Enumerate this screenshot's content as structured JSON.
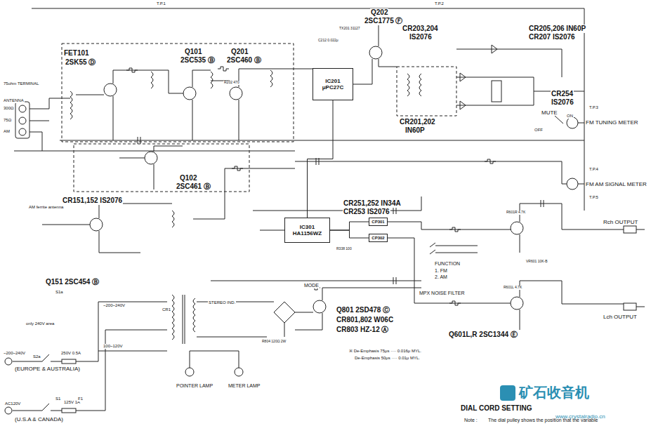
{
  "diagram": {
    "nodes": [
      {
        "text": [
          "IC201",
          "μPC27C"
        ]
      },
      {
        "text": [
          "IC301",
          "HA1156WZ"
        ]
      },
      {
        "text": [
          "CP301"
        ]
      },
      {
        "text": [
          "CP302"
        ]
      }
    ],
    "edges": [
      {
        "from": 0,
        "to": 1,
        "arrow": "none"
      },
      {
        "from": 1,
        "to": 2,
        "arrow": "none"
      },
      {
        "from": 1,
        "to": 3,
        "arrow": "none"
      }
    ],
    "labels": [
      "T.P.1",
      "T.P.2",
      "Q202",
      "2SC1775 Ⓕ",
      "CR203,204",
      "IS2076",
      "CR205,206 IN60P",
      "CR207 IS2076",
      "FET101",
      "2SK55 Ⓓ",
      "Q101",
      "2SC535 Ⓑ",
      "Q201",
      "2SC460 Ⓑ",
      "75ohm TERMINAL",
      "ANTENNA",
      "300Ω",
      "75Ω",
      "AM",
      "CR254",
      "IS2076",
      "MUTE",
      "FM TUNING METER",
      "CR201,202",
      "IN60P",
      "FM AM SIGNAL METER",
      "Q102",
      "2SC461 Ⓑ",
      "CR151,152 IS2076",
      "AM ferrite antenna",
      "CR251,252 IN34A",
      "CR253 IS2076",
      "Rch OUTPUT",
      "FUNCTION",
      "1. FM",
      "2. AM",
      "Q151 2SC454 Ⓑ",
      "MODE",
      "MPX NOISE FILTER",
      "STEREO IND.",
      "Lch OUTPUT",
      "Q801 2SD478 Ⓒ",
      "CR801,802 W06C",
      "CR803 HZ-12 Ⓐ",
      "Q601L,R 2SC1344 Ⓔ",
      "※ De-Emphasis 75μs ···· 0.016μ MYL.",
      "De-Emphasis 50μs ···· 0.01μ MYL.",
      "only 240V area",
      "~200~240V",
      "100~120V",
      "~200~240V",
      "(EUROPE & AUSTRALIA)",
      "250V 0.5A",
      "AC120V",
      "(U.S.A & CANADA)",
      "125V 1A",
      "POINTER LAMP",
      "METER LAMP",
      "DIAL CORD SETTING",
      "Note :",
      "The dial pulley shows the position that the variable",
      "矿石收音机",
      "www.crystalradio.cn",
      "T.P.3",
      "T.P.4",
      "T.P.5",
      "R202 470",
      "C212 0.022μ",
      "TX201 31127",
      "R338 100",
      "R601R 4.7K",
      "R601L 4.7K",
      "VR601 10K-B",
      "S1a",
      "S2a",
      "S1",
      "F1",
      "CR1",
      "R804 120Ω 2W",
      "OFF",
      "ON"
    ]
  }
}
